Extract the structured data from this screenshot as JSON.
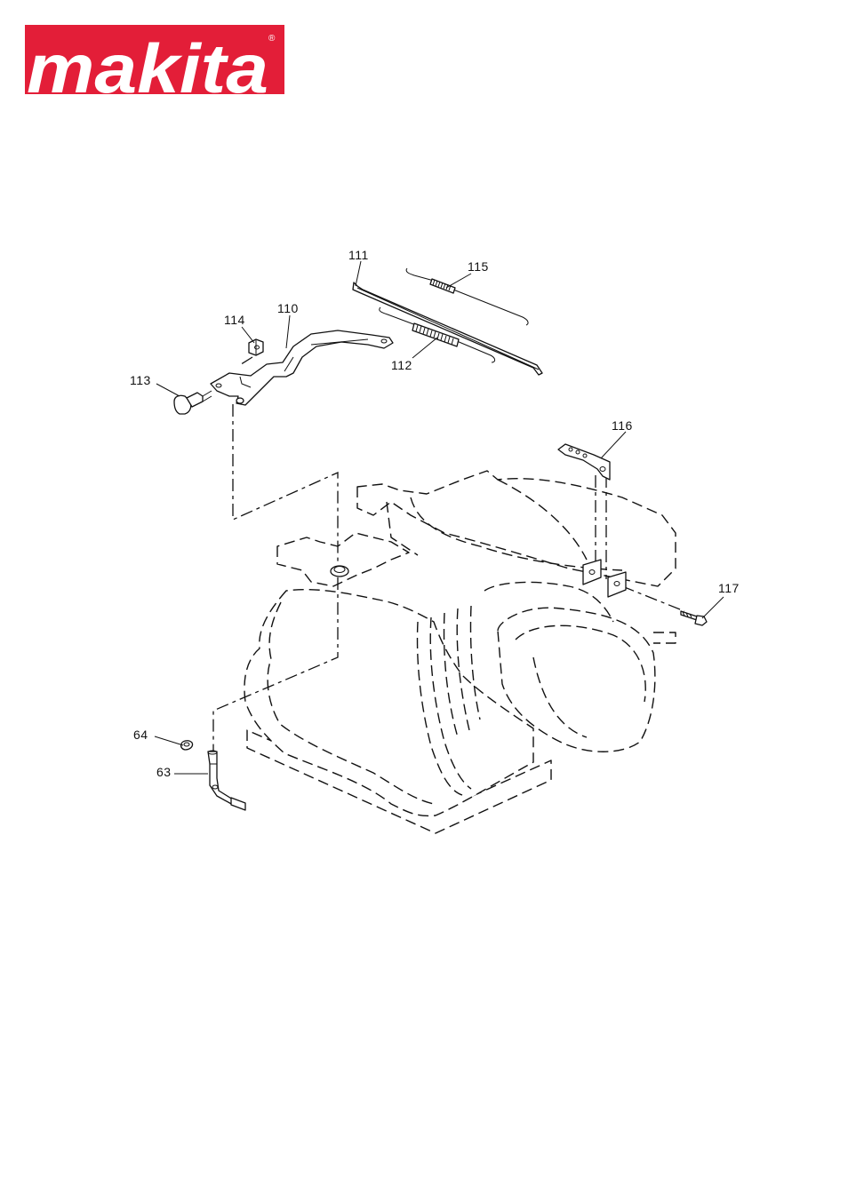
{
  "brand": {
    "name": "makita",
    "registered_mark": "®",
    "color": "#e31e38"
  },
  "diagram": {
    "callouts": [
      {
        "id": "c111",
        "label": "111"
      },
      {
        "id": "c115",
        "label": "115"
      },
      {
        "id": "c114",
        "label": "114"
      },
      {
        "id": "c110",
        "label": "110"
      },
      {
        "id": "c112",
        "label": "112"
      },
      {
        "id": "c113",
        "label": "113"
      },
      {
        "id": "c116",
        "label": "116"
      },
      {
        "id": "c117",
        "label": "117"
      },
      {
        "id": "c64",
        "label": "64"
      },
      {
        "id": "c63",
        "label": "63"
      }
    ]
  }
}
